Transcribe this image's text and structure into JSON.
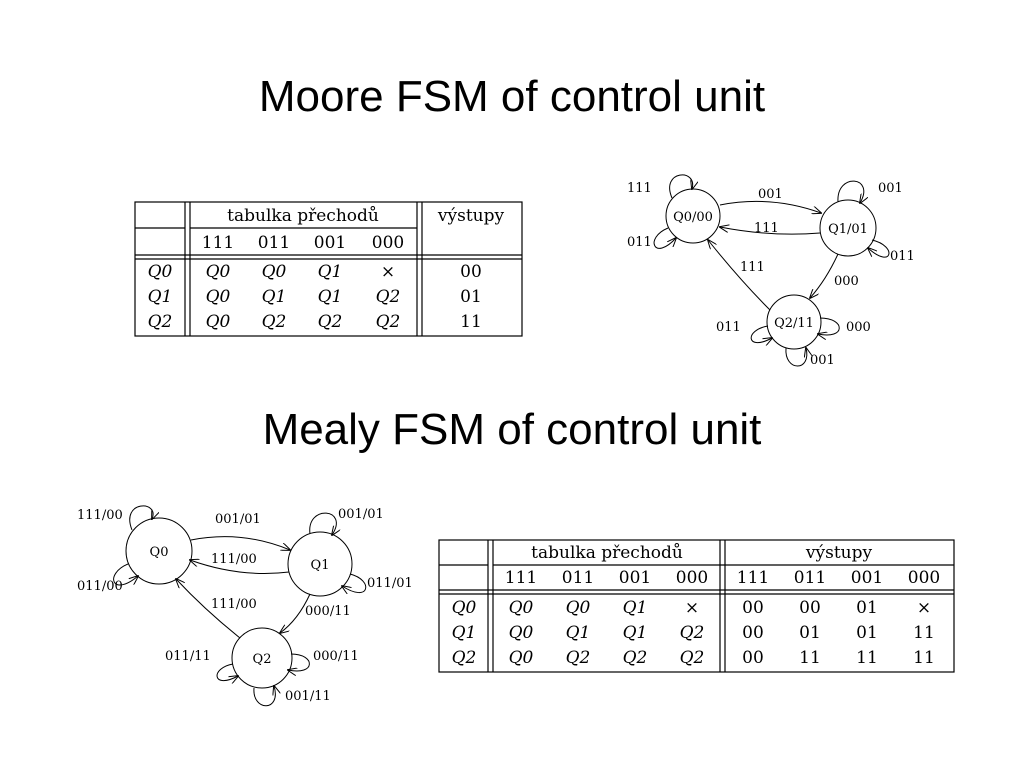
{
  "titles": {
    "moore": "Moore FSM of control unit",
    "mealy": "Mealy FSM of control unit"
  },
  "moore": {
    "table": {
      "group_header": "tabulka přechodů",
      "output_header": "výstupy",
      "inputs": [
        "111",
        "011",
        "001",
        "000"
      ],
      "rows": [
        {
          "state": "Q0",
          "next": [
            "Q0",
            "Q0",
            "Q1",
            "×"
          ],
          "output": "00"
        },
        {
          "state": "Q1",
          "next": [
            "Q0",
            "Q1",
            "Q1",
            "Q2"
          ],
          "output": "01"
        },
        {
          "state": "Q2",
          "next": [
            "Q0",
            "Q2",
            "Q2",
            "Q2"
          ],
          "output": "11"
        }
      ]
    },
    "diagram": {
      "nodes": [
        {
          "id": "q0",
          "label": "Q0/00"
        },
        {
          "id": "q1",
          "label": "Q1/01"
        },
        {
          "id": "q2",
          "label": "Q2/11"
        }
      ],
      "labels": {
        "q0_loop_top": "111",
        "q0_loop_left": "011",
        "q0_to_q1": "001",
        "q1_to_q0": "111",
        "q1_loop_top": "001",
        "q1_loop_right": "011",
        "q1_to_q2": "000",
        "q2_to_q0": "111",
        "q2_loop_left": "011",
        "q2_loop_right": "000",
        "q2_loop_bottom": "001"
      }
    }
  },
  "mealy": {
    "table": {
      "group_header": "tabulka přechodů",
      "output_header": "výstupy",
      "inputs": [
        "111",
        "011",
        "001",
        "000"
      ],
      "output_inputs": [
        "111",
        "011",
        "001",
        "000"
      ],
      "rows": [
        {
          "state": "Q0",
          "next": [
            "Q0",
            "Q0",
            "Q1",
            "×"
          ],
          "outputs": [
            "00",
            "00",
            "01",
            "×"
          ]
        },
        {
          "state": "Q1",
          "next": [
            "Q0",
            "Q1",
            "Q1",
            "Q2"
          ],
          "outputs": [
            "00",
            "01",
            "01",
            "11"
          ]
        },
        {
          "state": "Q2",
          "next": [
            "Q0",
            "Q2",
            "Q2",
            "Q2"
          ],
          "outputs": [
            "00",
            "11",
            "11",
            "11"
          ]
        }
      ]
    },
    "diagram": {
      "nodes": [
        {
          "id": "q0",
          "label": "Q0"
        },
        {
          "id": "q1",
          "label": "Q1"
        },
        {
          "id": "q2",
          "label": "Q2"
        }
      ],
      "labels": {
        "q0_loop_top": "111/00",
        "q0_loop_left": "011/00",
        "q0_to_q1": "001/01",
        "q1_to_q0": "111/00",
        "q1_loop_top": "001/01",
        "q1_loop_right": "011/01",
        "q1_to_q2": "000/11",
        "q2_to_q0": "111/00",
        "q2_loop_left": "011/11",
        "q2_loop_right": "000/11",
        "q2_loop_bottom": "001/11"
      }
    }
  }
}
